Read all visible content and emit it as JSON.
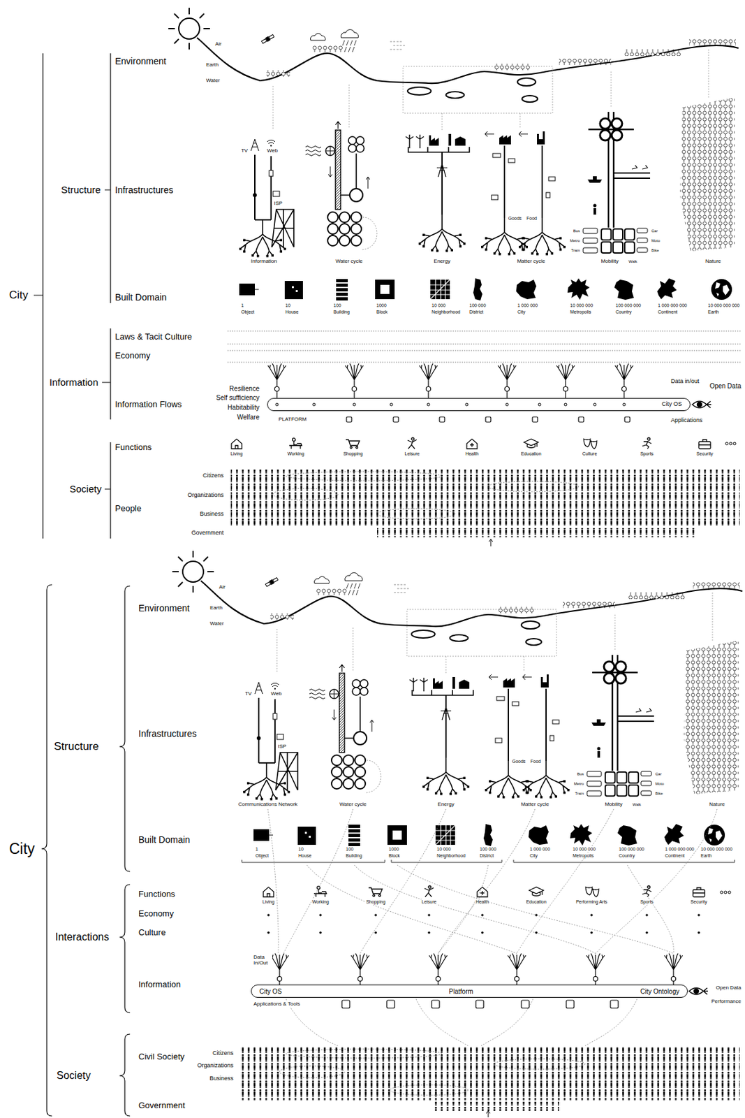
{
  "diagram": {
    "nodes": [
      {
        "text": [
          "City OS"
        ]
      },
      {
        "text": [
          "City OS",
          "Platform",
          "City Ontology"
        ]
      }
    ],
    "labels": [
      "Air",
      "Earth",
      "Water",
      "Environment",
      "Structure",
      "Infrastructures",
      "City",
      "Built Domain",
      "TV",
      "Web",
      "ISP",
      "Information",
      "Water cycle",
      "Energy",
      "Goods",
      "Food",
      "Matter cycle",
      "Bus",
      "Metro",
      "Train",
      "Car",
      "Moto",
      "Bike",
      "Mobility",
      "Walk",
      "Nature",
      "1",
      "Object",
      "10",
      "House",
      "100",
      "Building",
      "1000",
      "Block",
      "10 000",
      "Neighborhood",
      "100 000",
      "District",
      "1 000 000",
      "City",
      "10 000 000",
      "Metropolis",
      "100 000 000",
      "Country",
      "1 000 000 000",
      "Continent",
      "10 000 000 000",
      "Earth",
      "Laws & Tacit Culture",
      "Economy",
      "Information",
      "Information Flows",
      "Resilience",
      "Self sufficiency",
      "Habitability",
      "Welfare",
      "Data in/out",
      "Open Data",
      "PLATFORM",
      "Applications",
      "Functions",
      "Society",
      "People",
      "Living",
      "Working",
      "Shopping",
      "Leisure",
      "Health",
      "Education",
      "Culture",
      "Sports",
      "Security",
      "Citizens",
      "Organizations",
      "Business",
      "Government",
      "Environment",
      "Air",
      "Earth",
      "Water",
      "Structure",
      "Infrastructures",
      "City",
      "Built Domain",
      "TV",
      "Web",
      "ISP",
      "Communications Network",
      "Water cycle",
      "Energy",
      "Goods",
      "Food",
      "Matter cycle",
      "Bus",
      "Metro",
      "Train",
      "Car",
      "Moto",
      "Bike",
      "Mobility",
      "Walk",
      "Nature",
      "1",
      "Object",
      "10",
      "House",
      "100",
      "Building",
      "1000",
      "Block",
      "10 000",
      "Neighborhood",
      "100 000",
      "District",
      "1 000 000",
      "City",
      "10 000 000",
      "Metropolis",
      "100 000 000",
      "Country",
      "1 000 000 000",
      "Continent",
      "10 000 000 000",
      "Earth",
      "Functions",
      "Economy",
      "Culture",
      "Interactions",
      "Information",
      "Living",
      "Working",
      "Shopping",
      "Leisure",
      "Health",
      "Education",
      "Performing Arts",
      "Sports",
      "Security",
      "Data In/Out",
      "Open Data",
      "Performance",
      "Applications & Tools",
      "Civil Society",
      "Citizens",
      "Organizations",
      "Business",
      "Society",
      "Government"
    ]
  }
}
